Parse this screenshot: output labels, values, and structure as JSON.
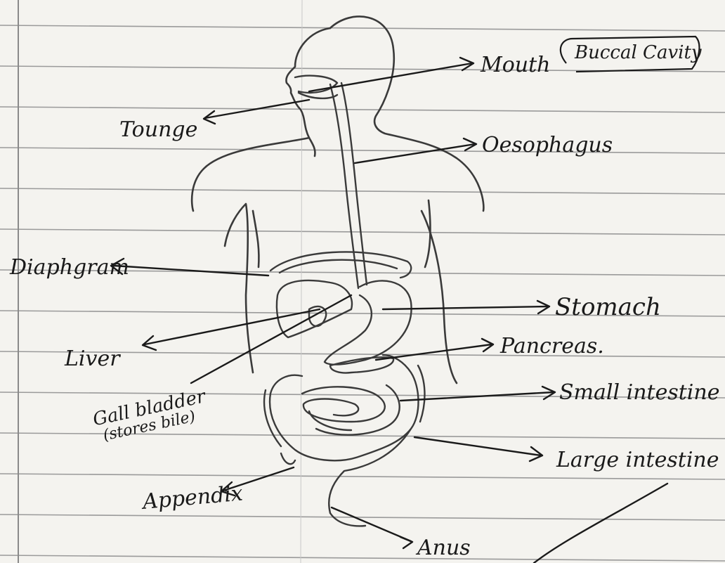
{
  "labels": {
    "mouth": "Mouth",
    "buccal": "Buccal Cavity",
    "tongue": "Tounge",
    "oesophagus": "Oesophagus",
    "diaphragm": "Diaphgram",
    "stomach": "Stomach",
    "liver": "Liver",
    "pancreas": "Pancreas.",
    "gall_bladder": "Gall bladder",
    "stores_bile": "(stores bile)",
    "small_intestine": "Small intestine",
    "large_intestine": "Large intestine",
    "appendix": "Appendix",
    "anus": "Anus"
  },
  "colors": {
    "paper": "#f4f3ef",
    "rule_line": "#9a9a9a",
    "margin_line": "#8a8a8a",
    "ink": "#1a1a1a",
    "pencil": "#4a4a4a"
  }
}
